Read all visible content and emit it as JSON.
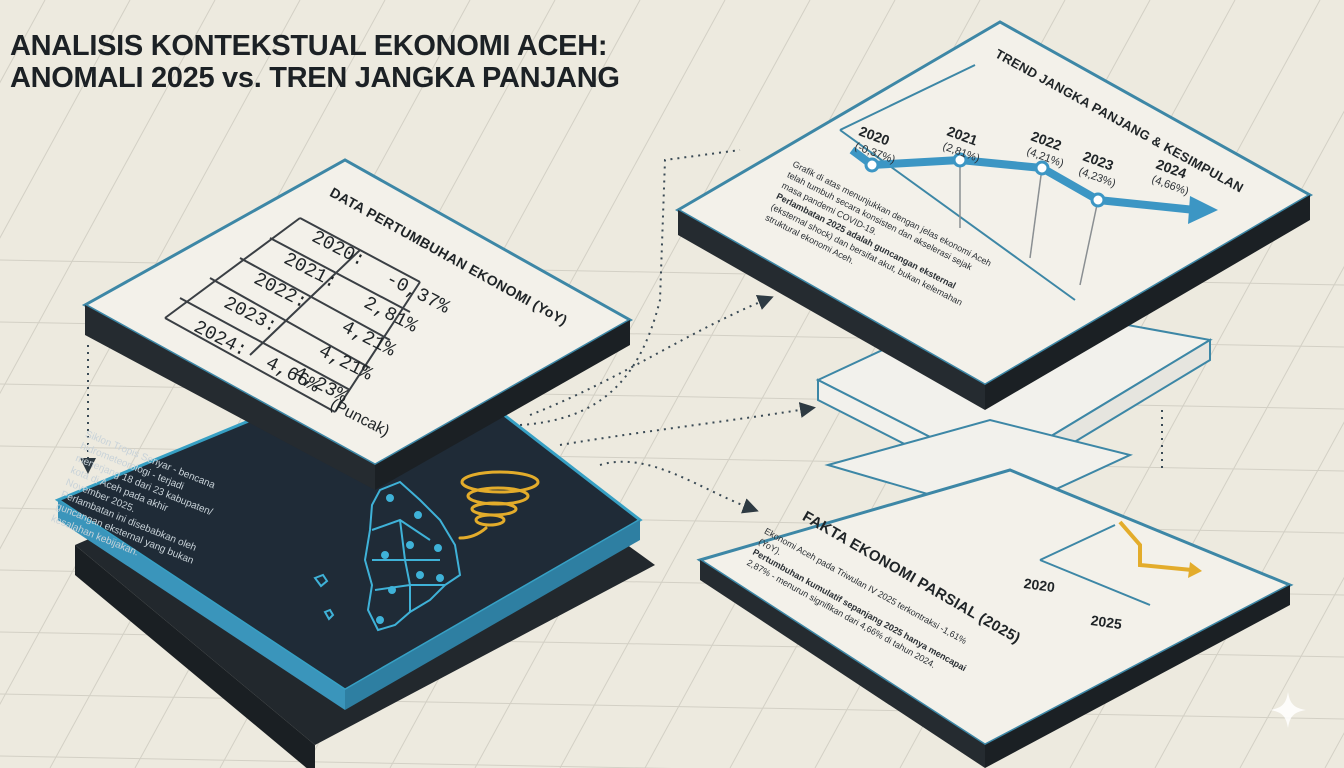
{
  "title": {
    "line1": "ANALISIS KONTEKSTUAL EKONOMI ACEH:",
    "line2": "ANOMALI 2025 vs. TREN JANGKA PANJANG"
  },
  "data_panel": {
    "heading": "DATA PERTUMBUHAN EKONOMI (YoY)",
    "rows": [
      {
        "year": "2020:",
        "value": "-0,37%"
      },
      {
        "year": "2021:",
        "value": "2,81%"
      },
      {
        "year": "2022:",
        "value": "4,21%"
      },
      {
        "year": "2023:",
        "value": "4,21%"
      },
      {
        "year": "2024:",
        "value": "4,23%"
      }
    ],
    "extra_value": "4,66%",
    "note": "(Puncak)"
  },
  "disaster_panel": {
    "text_lines": [
      "Siklon Tropis Senyar - bencana",
      "hidrometeorologi - terjadi",
      "menerjang 18 dari 23 kabupaten/",
      "kota di Aceh pada akhir",
      "November 2025.",
      "Perlambatan ini disebabkan oleh",
      "guncangan eksternal yang bukan",
      "kesalahan kebijakan."
    ],
    "icons": [
      "aceh-map-icon",
      "cyclone-icon"
    ],
    "accent_color": "#e3ac2b"
  },
  "trend_panel": {
    "heading": "TREND JANGKA PANJANG & KESIMPULAN",
    "points": [
      {
        "year": "2020",
        "value_label": "(-0,37%)"
      },
      {
        "year": "2021",
        "value_label": "(2,81%)"
      },
      {
        "year": "2022",
        "value_label": "(4,21%)"
      },
      {
        "year": "2023",
        "value_label": "(4,23%)"
      },
      {
        "year": "2024",
        "value_label": "(4,66%)"
      }
    ],
    "text_lines": [
      "Grafik di atas menunjukkan dengan jelas ekonomi Aceh",
      "telah tumbuh secara konsisten dan akselerasi sejak",
      "masa pandemi COVID-19.",
      "Perlambatan 2025 adalah guncangan eksternal",
      "(eksternal shock) dan bersifat akut, bukan kelemahan",
      "struktural ekonomi Aceh."
    ],
    "line_color": "#3c96c4"
  },
  "fact_panel": {
    "heading": "FAKTA EKONOMI PARSIAL (2025)",
    "text_lines": [
      "Ekonomi Aceh pada Triwulan IV 2025 terkontraksi -1,61%",
      "(YoY).",
      "Pertumbuhan kumulatif sepanjang 2025 hanya mencapai",
      "2,87% - menurun signifikan dari 4,66% di tahun 2024."
    ],
    "chart_labels": {
      "start": "2020",
      "end": "2025"
    },
    "line_color": "#e3ac2b"
  },
  "colors": {
    "background": "#edeadf",
    "panel_border": "#3d87a6",
    "slab": "#252b30",
    "connector": "#3a4a55"
  }
}
